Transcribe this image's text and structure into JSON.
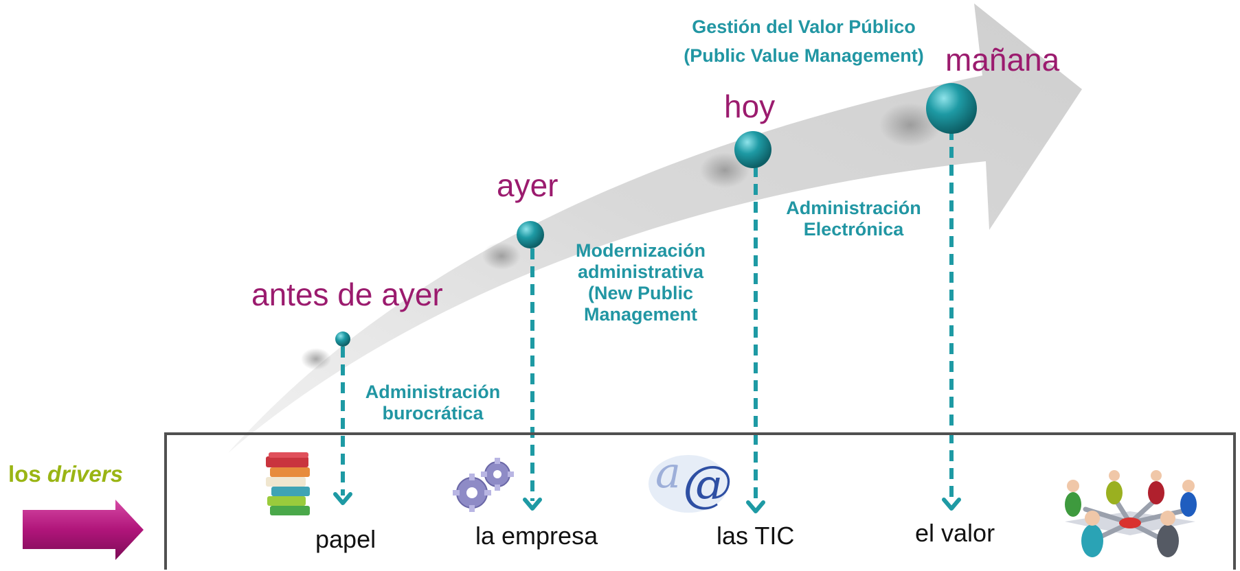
{
  "eras": {
    "antes_de_ayer": "antes de ayer",
    "ayer": "ayer",
    "hoy": "hoy",
    "manana": "mañana"
  },
  "models": {
    "burocratica": [
      "Administración",
      "burocrática"
    ],
    "modernizacion": [
      "Modernización",
      "administrativa",
      "(New Public",
      "Management"
    ],
    "electronica": [
      "Administración",
      "Electrónica"
    ],
    "valor_publico": [
      "Gestión del Valor Público",
      "(Public Value Management)"
    ]
  },
  "drivers": {
    "title_plain": "los ",
    "title_italic": "drivers",
    "items": [
      "papel",
      "la empresa",
      "las TIC",
      "el valor"
    ]
  },
  "icons": [
    "books-icon",
    "gears-icon",
    "at-sign-icon",
    "network-people-icon",
    "arrow-right-icon"
  ],
  "colors": {
    "era_text": "#9b1b6e",
    "model_text": "#2196a3",
    "teal": "#1e9aa4",
    "drivers_title": "#9ab514",
    "magenta_arrow": "#b0157a",
    "box_border": "#505050"
  }
}
